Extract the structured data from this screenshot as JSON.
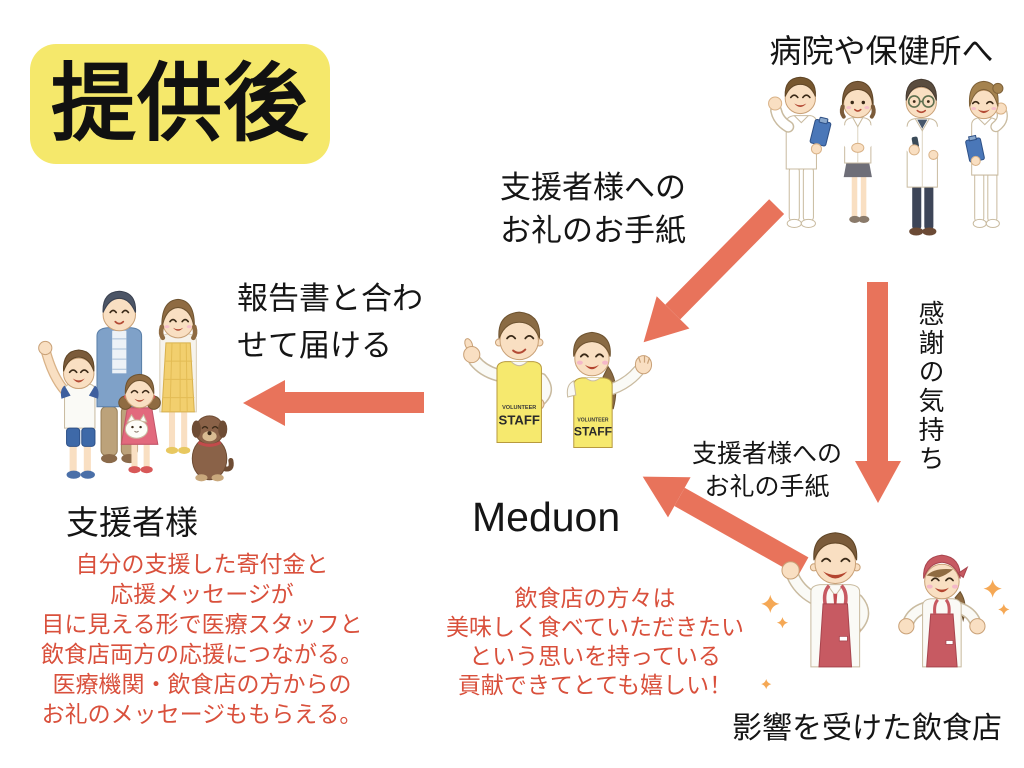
{
  "title": "提供後",
  "colors": {
    "title_background": "#F5E86B",
    "arrow": "#E8735B",
    "note_text": "#D9503C",
    "label_text": "#151515",
    "vest_yellow": "#F6E96E",
    "apron_red": "#C75A62"
  },
  "nodes": {
    "hospital": {
      "label": "病院や保健所へ"
    },
    "supporters": {
      "label": "支援者様"
    },
    "meduon": {
      "label": "Meduon"
    },
    "restaurant": {
      "label": "影響を受けた飲食店"
    }
  },
  "edges": {
    "hospital_to_meduon": {
      "line1": "支援者様への",
      "line2": "お礼のお手紙"
    },
    "meduon_to_supporters": {
      "line1": "報告書と合わ",
      "line2": "せて届ける"
    },
    "hospital_to_restaurant": {
      "label": "感謝の気持ち"
    },
    "restaurant_to_meduon": {
      "line1": "支援者様への",
      "line2": "お礼の手紙"
    }
  },
  "notes": {
    "supporters_note": {
      "lines": [
        "自分の支援した寄付金と",
        "応援メッセージが",
        "目に見える形で医療スタッフと",
        "飲食店両方の応援につながる。",
        "医療機関・飲食店の方からの",
        "お礼のメッセージももらえる。"
      ]
    },
    "restaurant_note": {
      "lines": [
        "飲食店の方々は",
        "美味しく食べていただきたい",
        "という思いを持っている",
        "貢献できてとても嬉しい！"
      ]
    }
  },
  "illustrations": {
    "vest": {
      "line1": "VOLUNTEER",
      "line2": "STAFF"
    }
  }
}
